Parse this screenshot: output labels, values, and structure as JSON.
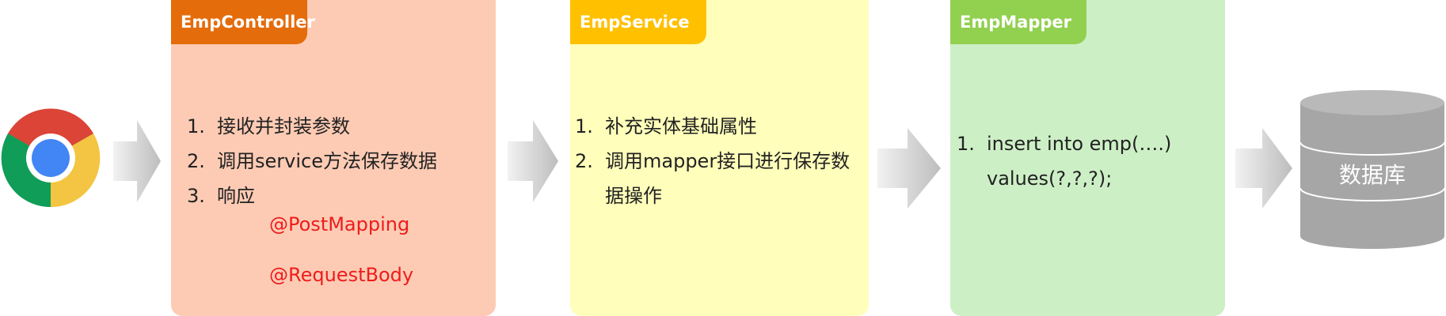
{
  "colors": {
    "controller_tag": "#E46C0A",
    "controller_bg": "#FDCBB4",
    "service_tag": "#FFC000",
    "service_bg": "#FFFFBB",
    "mapper_tag": "#92D050",
    "mapper_bg": "#CDEFC6",
    "annotation": "#EE1C1C",
    "database": "#A6A6A6"
  },
  "browser": {
    "icon": "chrome-icon"
  },
  "controller": {
    "tag": "EmpController",
    "steps": [
      {
        "num": "1.",
        "text": "接收并封装参数"
      },
      {
        "num": "2.",
        "text": "调用service方法保存数据"
      },
      {
        "num": "3.",
        "text": "响应"
      }
    ],
    "annotations": [
      "@PostMapping",
      "@RequestBody"
    ]
  },
  "service": {
    "tag": "EmpService",
    "steps": [
      {
        "num": "1.",
        "text": "补充实体基础属性"
      },
      {
        "num": "2.",
        "text": "调用mapper接口进行保存数据操作"
      }
    ]
  },
  "mapper": {
    "tag": "EmpMapper",
    "steps": [
      {
        "num": "1.",
        "text": "insert into emp(….) values(?,?,?);"
      }
    ]
  },
  "database": {
    "label": "数据库",
    "icon": "database-icon"
  }
}
